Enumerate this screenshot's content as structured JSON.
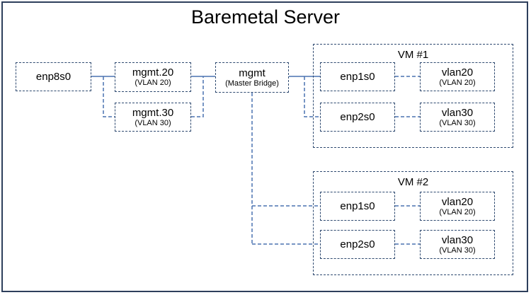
{
  "title": "Baremetal Server",
  "host": {
    "nic": "enp8s0",
    "mgmt20": {
      "label": "mgmt.20",
      "sub": "(VLAN 20)"
    },
    "mgmt30": {
      "label": "mgmt.30",
      "sub": "(VLAN 30)"
    },
    "bridge": {
      "label": "mgmt",
      "sub": "(Master Bridge)"
    }
  },
  "vms": [
    {
      "title": "VM #1",
      "if1": "enp1s0",
      "if2": "enp2s0",
      "vlan20": {
        "label": "vlan20",
        "sub": "(VLAN 20)"
      },
      "vlan30": {
        "label": "vlan30",
        "sub": "(VLAN 30)"
      }
    },
    {
      "title": "VM #2",
      "if1": "enp1s0",
      "if2": "enp2s0",
      "vlan20": {
        "label": "vlan20",
        "sub": "(VLAN 20)"
      },
      "vlan30": {
        "label": "vlan30",
        "sub": "(VLAN 30)"
      }
    }
  ],
  "colors": {
    "line": "#4a72b0",
    "border": "#2f4a70"
  }
}
